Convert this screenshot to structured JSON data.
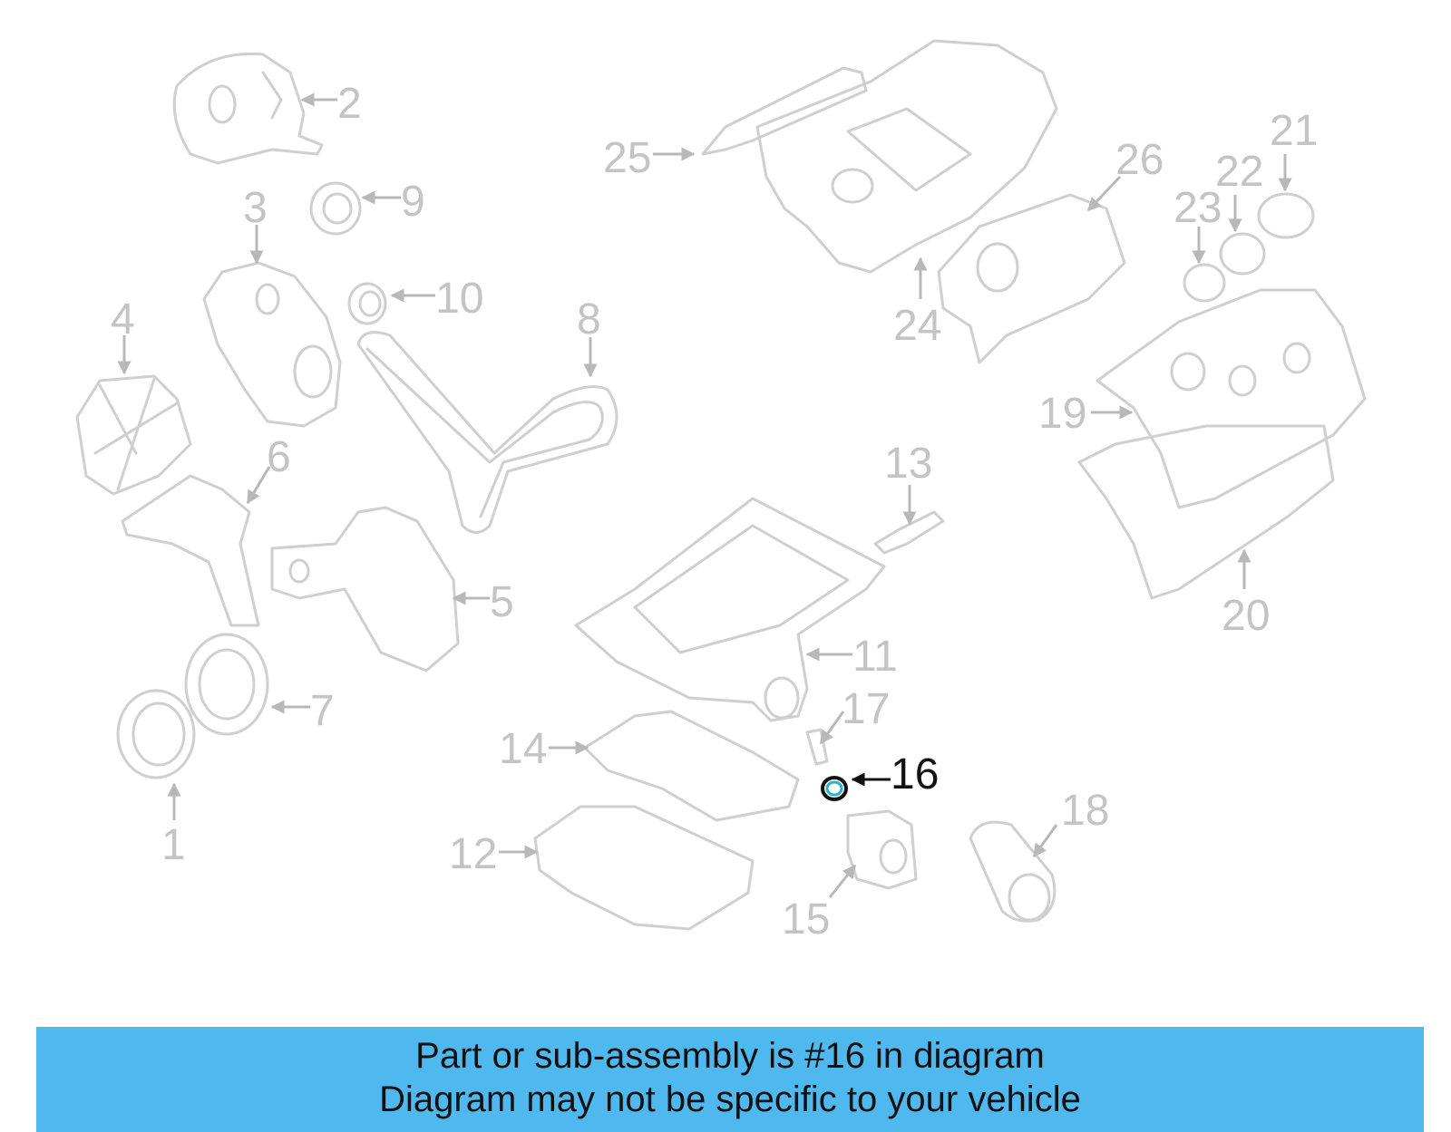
{
  "diagram": {
    "callouts": [
      {
        "id": "1",
        "label": "1"
      },
      {
        "id": "2",
        "label": "2"
      },
      {
        "id": "3",
        "label": "3"
      },
      {
        "id": "4",
        "label": "4"
      },
      {
        "id": "5",
        "label": "5"
      },
      {
        "id": "6",
        "label": "6"
      },
      {
        "id": "7",
        "label": "7"
      },
      {
        "id": "8",
        "label": "8"
      },
      {
        "id": "9",
        "label": "9"
      },
      {
        "id": "10",
        "label": "10"
      },
      {
        "id": "11",
        "label": "11"
      },
      {
        "id": "12",
        "label": "12"
      },
      {
        "id": "13",
        "label": "13"
      },
      {
        "id": "14",
        "label": "14"
      },
      {
        "id": "15",
        "label": "15"
      },
      {
        "id": "16",
        "label": "16"
      },
      {
        "id": "17",
        "label": "17"
      },
      {
        "id": "18",
        "label": "18"
      },
      {
        "id": "19",
        "label": "19"
      },
      {
        "id": "20",
        "label": "20"
      },
      {
        "id": "21",
        "label": "21"
      },
      {
        "id": "22",
        "label": "22"
      },
      {
        "id": "23",
        "label": "23"
      },
      {
        "id": "24",
        "label": "24"
      },
      {
        "id": "25",
        "label": "25"
      },
      {
        "id": "26",
        "label": "26"
      }
    ],
    "highlighted_part": "16",
    "colors": {
      "part_line": "#cfcfcf",
      "callout_text": "#c4c4c4",
      "highlight": "#111111",
      "banner_bg": "#4fb8ee"
    }
  },
  "banner": {
    "line1": "Part or sub-assembly is #16 in diagram",
    "line2": "Diagram may not be specific to your vehicle"
  }
}
